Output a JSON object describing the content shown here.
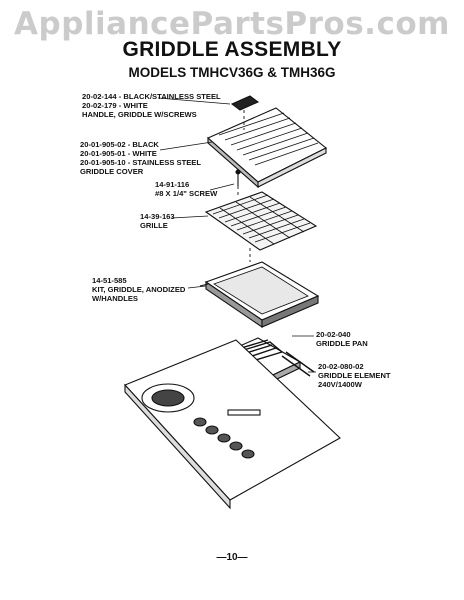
{
  "watermark": "AppliancePartsPros.com",
  "title": "GRIDDLE ASSEMBLY",
  "subtitle": "MODELS TMHCV36G & TMH36G",
  "parts": [
    {
      "lines": [
        "20-02-144 - BLACK/STAINLESS STEEL",
        "20-02-179 - WHITE",
        "HANDLE, GRIDDLE W/SCREWS"
      ]
    },
    {
      "lines": [
        "20-01-905-02 - BLACK",
        "20-01-905-01 - WHITE",
        "20-01-905-10 - STAINLESS STEEL",
        "GRIDDLE COVER"
      ]
    },
    {
      "lines": [
        "14-91-116",
        "#8 X 1/4\" SCREW"
      ]
    },
    {
      "lines": [
        "14-39-163",
        "GRILLE"
      ]
    },
    {
      "lines": [
        "14-51-585",
        "KIT, GRIDDLE, ANODIZED",
        "W/HANDLES"
      ]
    },
    {
      "lines": [
        "20-02-040",
        "GRIDDLE PAN"
      ]
    },
    {
      "lines": [
        "20-02-080-02",
        "GRIDDLE ELEMENT",
        "240V/1400W"
      ]
    }
  ],
  "page_number": "—10—"
}
